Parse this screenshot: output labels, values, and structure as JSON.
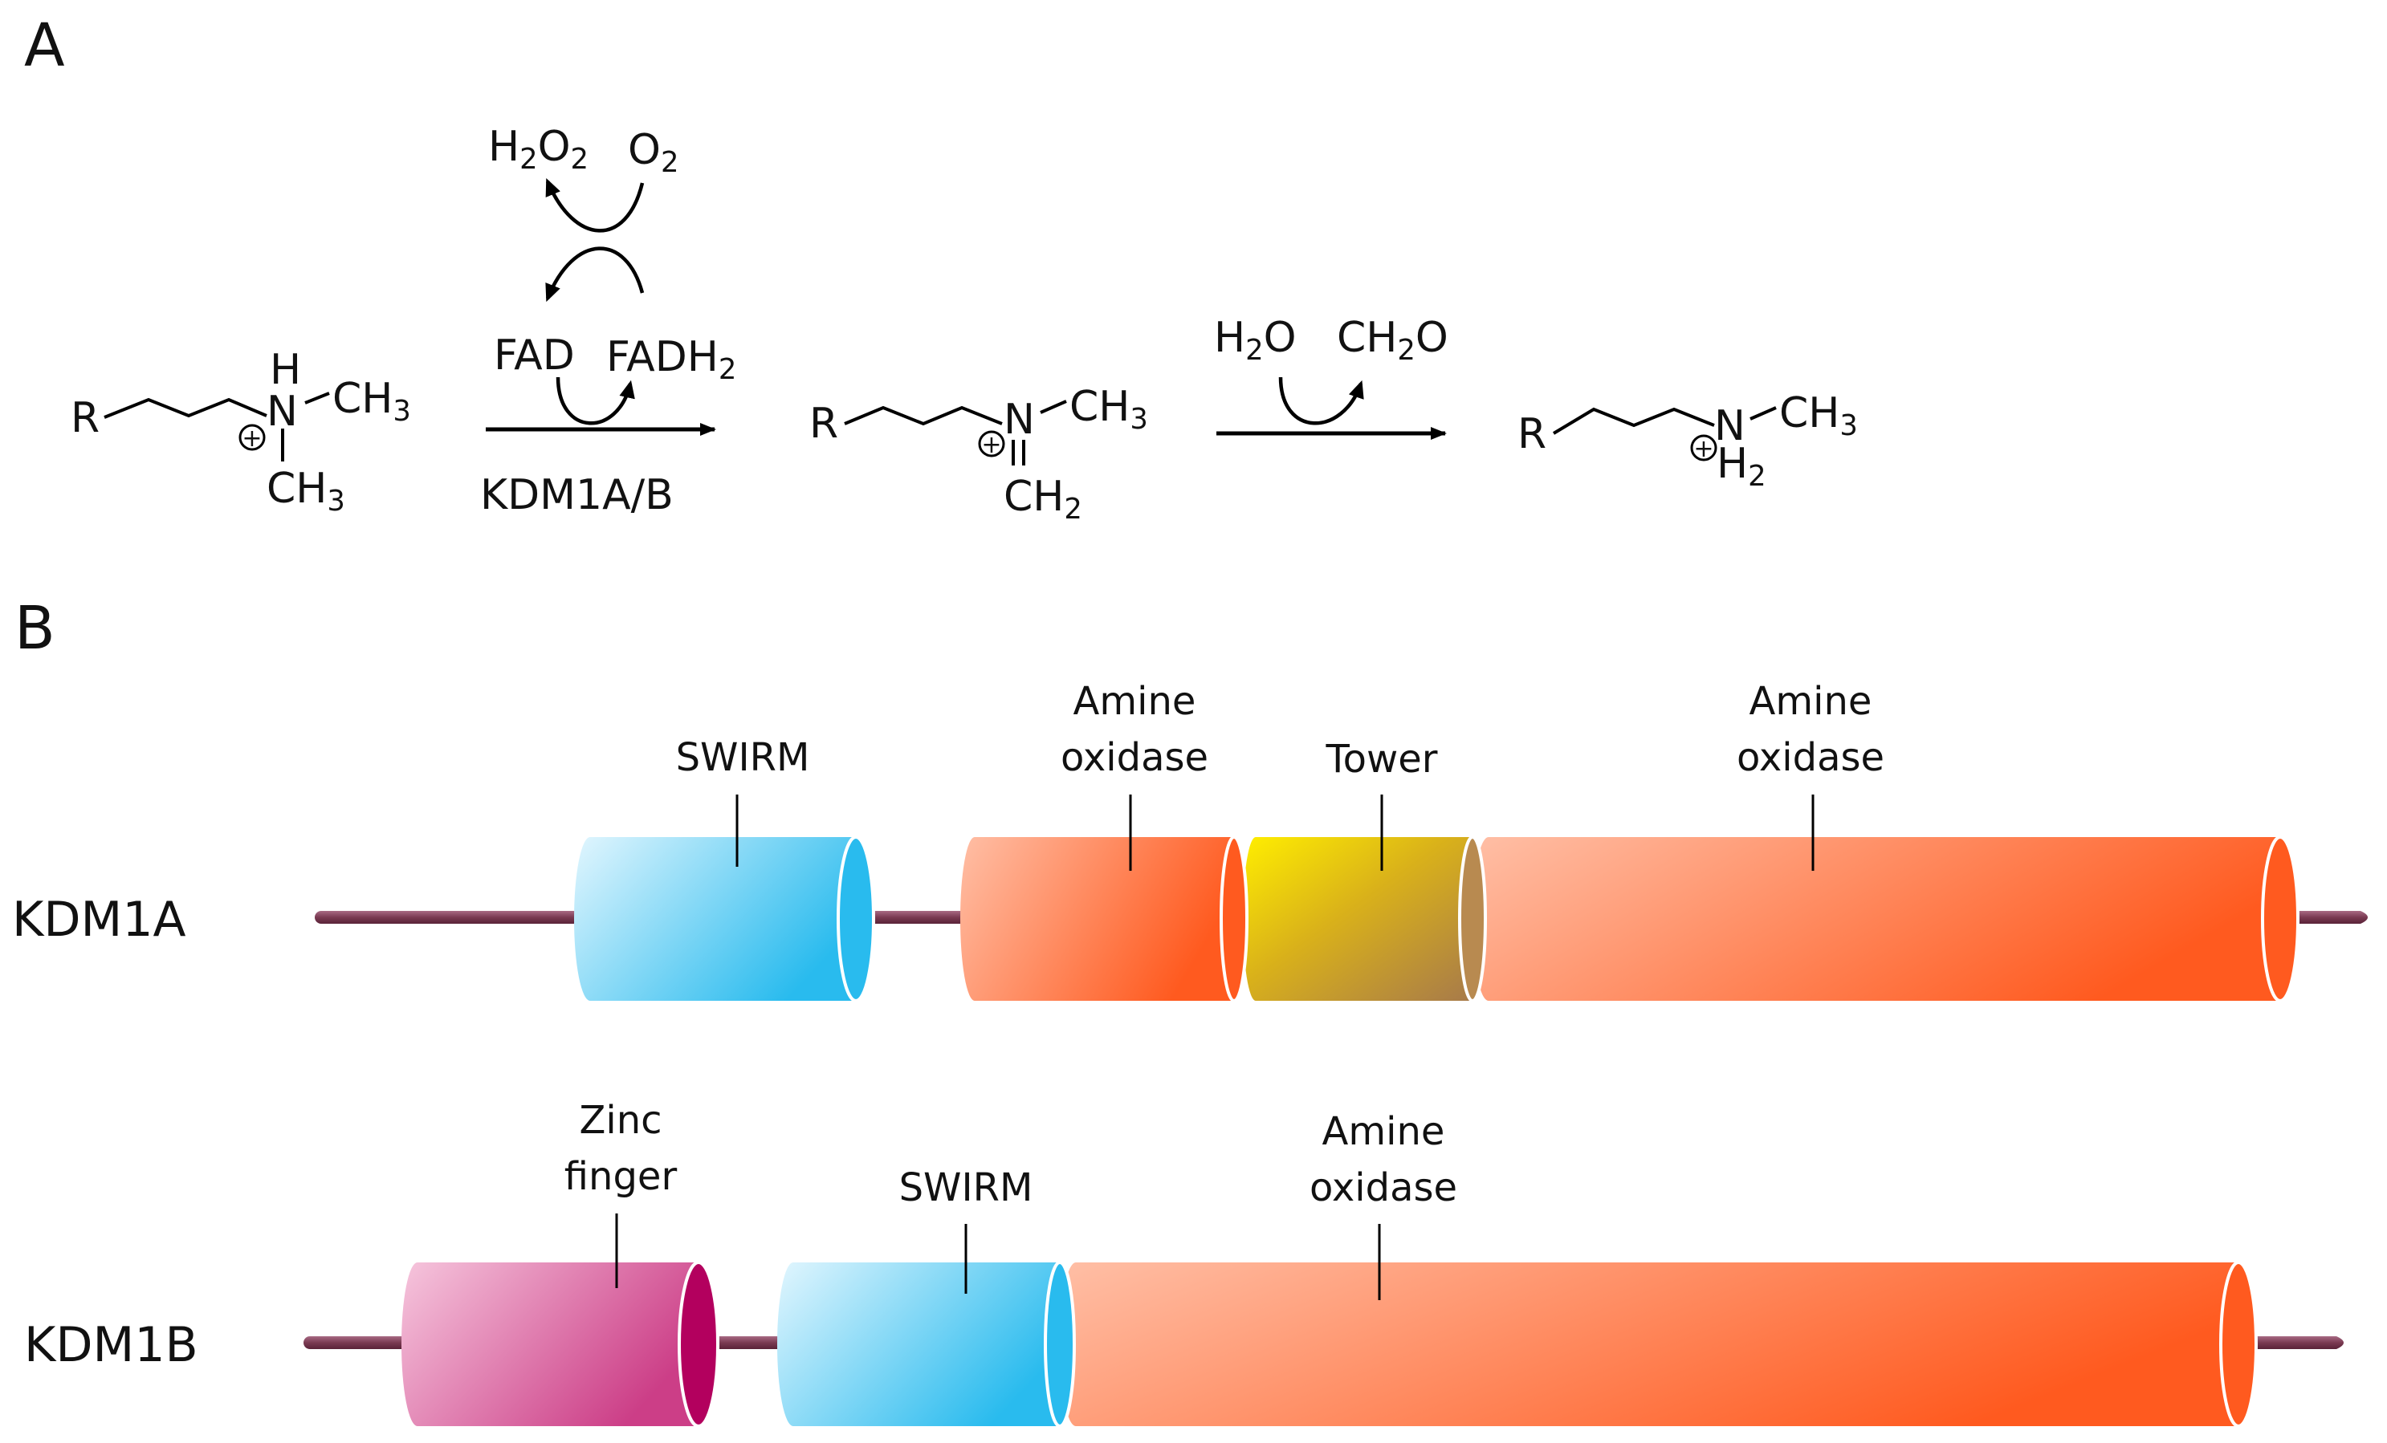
{
  "panel_a": {
    "label": "A",
    "substrate": {
      "r": "R",
      "h": "H",
      "n": "N",
      "ch3_right": "CH",
      "ch3_right_sub": "3",
      "ch3_down": "CH",
      "ch3_down_sub": "3",
      "charge": "+"
    },
    "cycle": {
      "h2o2": "H",
      "h2o2_sub1": "2",
      "h2o2_o": "O",
      "h2o2_sub2": "2",
      "o2": "O",
      "o2_sub": "2"
    },
    "step1": {
      "fad": "FAD",
      "fadh2": "FADH",
      "fadh2_sub": "2",
      "enzyme": "KDM1A/B"
    },
    "intermediate": {
      "r": "R",
      "n": "N",
      "eq": "=",
      "ch3": "CH",
      "ch3_sub": "3",
      "ch2": "CH",
      "ch2_sub": "2",
      "charge": "+"
    },
    "step2": {
      "h2o": "H",
      "h2o_sub": "2",
      "h2o_o": "O",
      "ch2o": "CH",
      "ch2o_sub": "2",
      "ch2o_o": "O"
    },
    "product": {
      "r": "R",
      "n": "N",
      "ch3": "CH",
      "ch3_sub": "3",
      "h2": "H",
      "h2_sub": "2",
      "charge": "+"
    }
  },
  "panel_b": {
    "label": "B",
    "proteins": [
      {
        "name": "KDM1A",
        "domains": [
          {
            "label_lines": [
              "SWIRM"
            ],
            "type": "swirm"
          },
          {
            "label_lines": [
              "Amine",
              "oxidase"
            ],
            "type": "amine"
          },
          {
            "label_lines": [
              "Tower"
            ],
            "type": "tower"
          },
          {
            "label_lines": [
              "Amine",
              "oxidase"
            ],
            "type": "amine"
          }
        ]
      },
      {
        "name": "KDM1B",
        "domains": [
          {
            "label_lines": [
              "Zinc",
              "finger"
            ],
            "type": "zinc"
          },
          {
            "label_lines": [
              "SWIRM"
            ],
            "type": "swirm"
          },
          {
            "label_lines": [
              "Amine",
              "oxidase"
            ],
            "type": "amine"
          }
        ]
      }
    ]
  },
  "colors": {
    "linker": "#7a3a52",
    "swirm_light": "#e2f6fe",
    "swirm_dark": "#29bbee",
    "amine_light": "#ffbfa6",
    "amine_dark": "#ff5a1f",
    "tower_light": "#ffee00",
    "tower_dark": "#a77a4a",
    "zinc_light": "#f6c6dd",
    "zinc_dark": "#cc3e87",
    "zinc_cap": "#b3005e"
  }
}
